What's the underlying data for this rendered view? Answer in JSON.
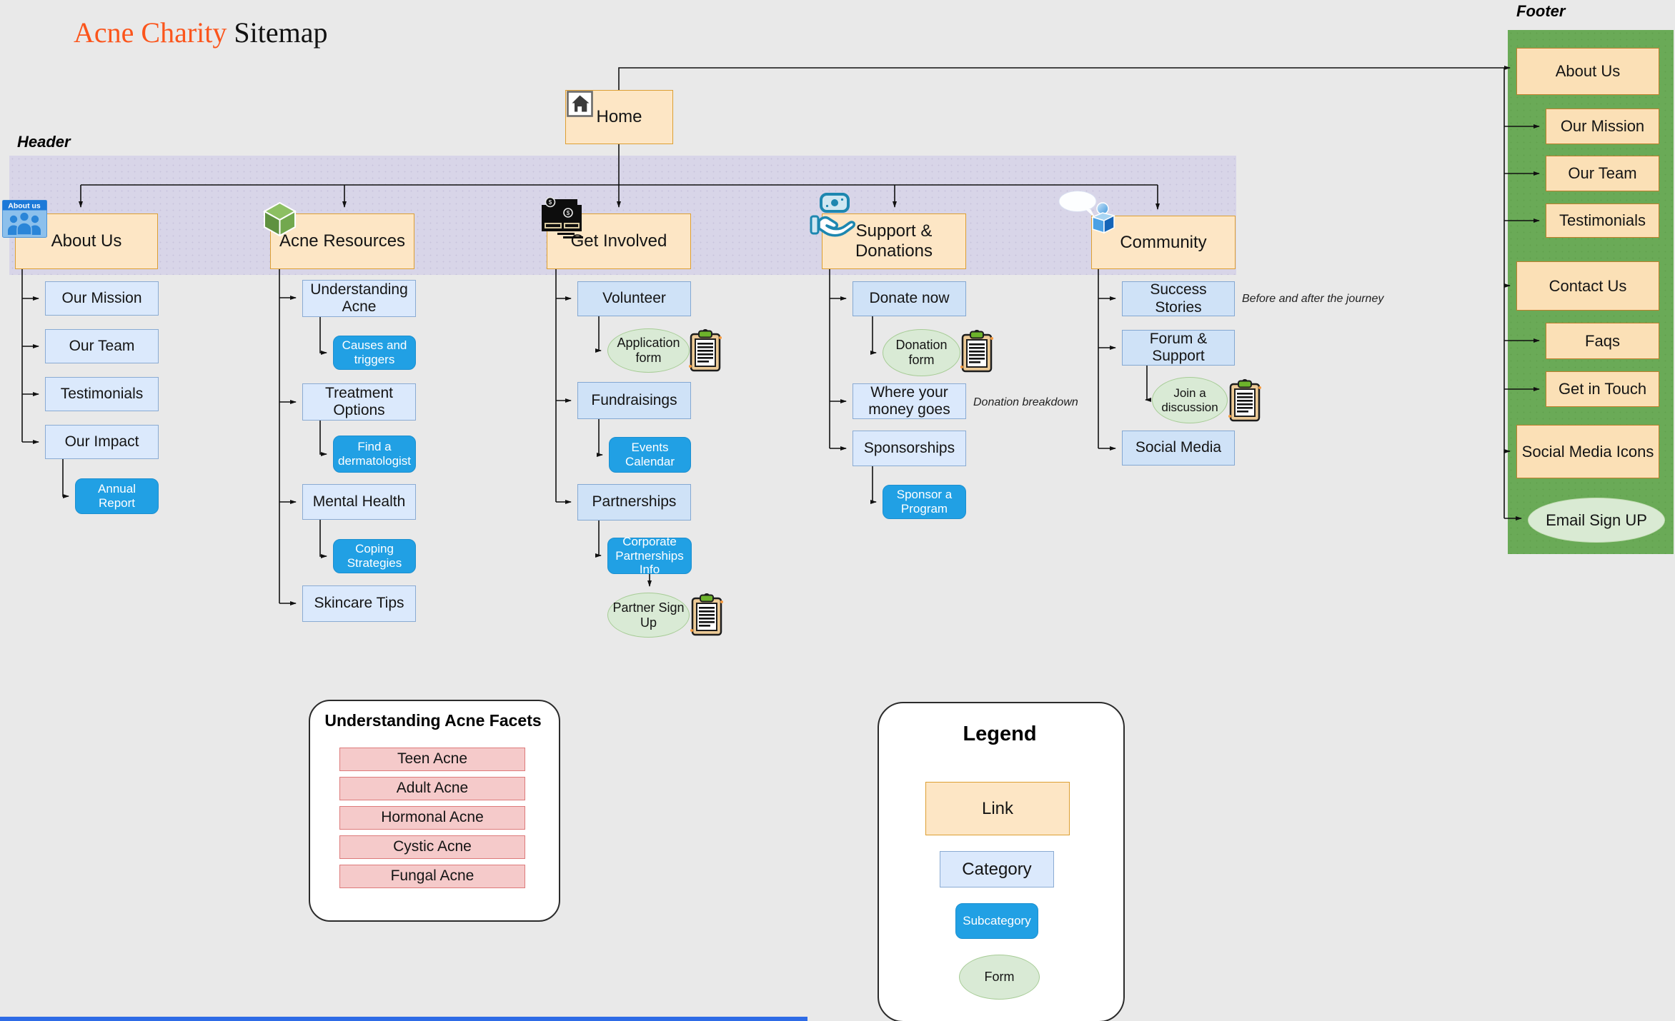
{
  "title": {
    "brand": "Acne Charity",
    "suffix": " Sitemap"
  },
  "section_labels": {
    "header": "Header",
    "footer": "Footer"
  },
  "home": {
    "label": "Home"
  },
  "icons": {
    "about_window_label": "About us",
    "currency_symbol": "$",
    "names": [
      "home-icon",
      "about-us-people-icon",
      "resources-cube-icon",
      "cash-register-icon",
      "donation-hand-icon",
      "community-chat-icon",
      "form-clipboard-icon"
    ]
  },
  "columns": [
    {
      "label": "About Us",
      "children": [
        {
          "label": "Our Mission"
        },
        {
          "label": "Our Team"
        },
        {
          "label": "Testimonials"
        },
        {
          "label": "Our Impact"
        }
      ],
      "subcategories": [
        {
          "label": "Annual Report"
        }
      ]
    },
    {
      "label": "Acne Resources",
      "children": [
        {
          "label": "Understanding Acne"
        },
        {
          "label": "Treatment Options"
        },
        {
          "label": "Mental Health"
        },
        {
          "label": "Skincare Tips"
        }
      ],
      "subcategories": [
        {
          "label": "Causes and triggers"
        },
        {
          "label": "Find a dermatologist"
        },
        {
          "label": "Coping Strategies"
        }
      ]
    },
    {
      "label": "Get Involved",
      "children": [
        {
          "label": "Volunteer"
        },
        {
          "label": "Fundraisings"
        },
        {
          "label": "Partnerships"
        }
      ],
      "subcategories": [
        {
          "label": "Events Calendar"
        },
        {
          "label": "Corporate Partnerships Info"
        }
      ],
      "forms": [
        {
          "label": "Application form"
        },
        {
          "label": "Partner Sign Up"
        }
      ]
    },
    {
      "label": "Support & Donations",
      "children": [
        {
          "label": "Donate now"
        },
        {
          "label": "Where your money goes"
        },
        {
          "label": "Sponsorships"
        }
      ],
      "subcategories": [
        {
          "label": "Sponsor a Program"
        }
      ],
      "forms": [
        {
          "label": "Donation form"
        }
      ],
      "annotation": "Donation breakdown"
    },
    {
      "label": "Community",
      "children": [
        {
          "label": "Success Stories"
        },
        {
          "label": "Forum & Support"
        },
        {
          "label": "Social Media"
        }
      ],
      "forms": [
        {
          "label": "Join a discussion"
        }
      ],
      "annotation": "Before and after the journey"
    }
  ],
  "footer": {
    "items": [
      {
        "label": "About Us"
      },
      {
        "label": "Our Mission"
      },
      {
        "label": "Our Team"
      },
      {
        "label": "Testimonials"
      },
      {
        "label": "Contact Us"
      },
      {
        "label": "Faqs"
      },
      {
        "label": "Get in Touch"
      },
      {
        "label": "Social Media Icons"
      }
    ],
    "email_signup": "Email Sign UP"
  },
  "facets_panel": {
    "title": "Understanding Acne Facets",
    "items": [
      {
        "label": "Teen Acne"
      },
      {
        "label": "Adult Acne"
      },
      {
        "label": "Hormonal Acne"
      },
      {
        "label": "Cystic Acne"
      },
      {
        "label": "Fungal Acne"
      }
    ]
  },
  "legend": {
    "title": "Legend",
    "link": "Link",
    "category": "Category",
    "subcategory": "Subcategory",
    "form": "Form"
  },
  "colors": {
    "accent_orange": "#fb551c",
    "link_fill": "#fde6c5",
    "link_border": "#dd9f33",
    "category_fill": "#dbe9fc",
    "subcategory_fill": "#21a0e4",
    "form_fill": "#d9ead5",
    "footer_green": "#6aaa57",
    "facet_pink": "#f5caca",
    "header_band": "#d8d5e8"
  }
}
